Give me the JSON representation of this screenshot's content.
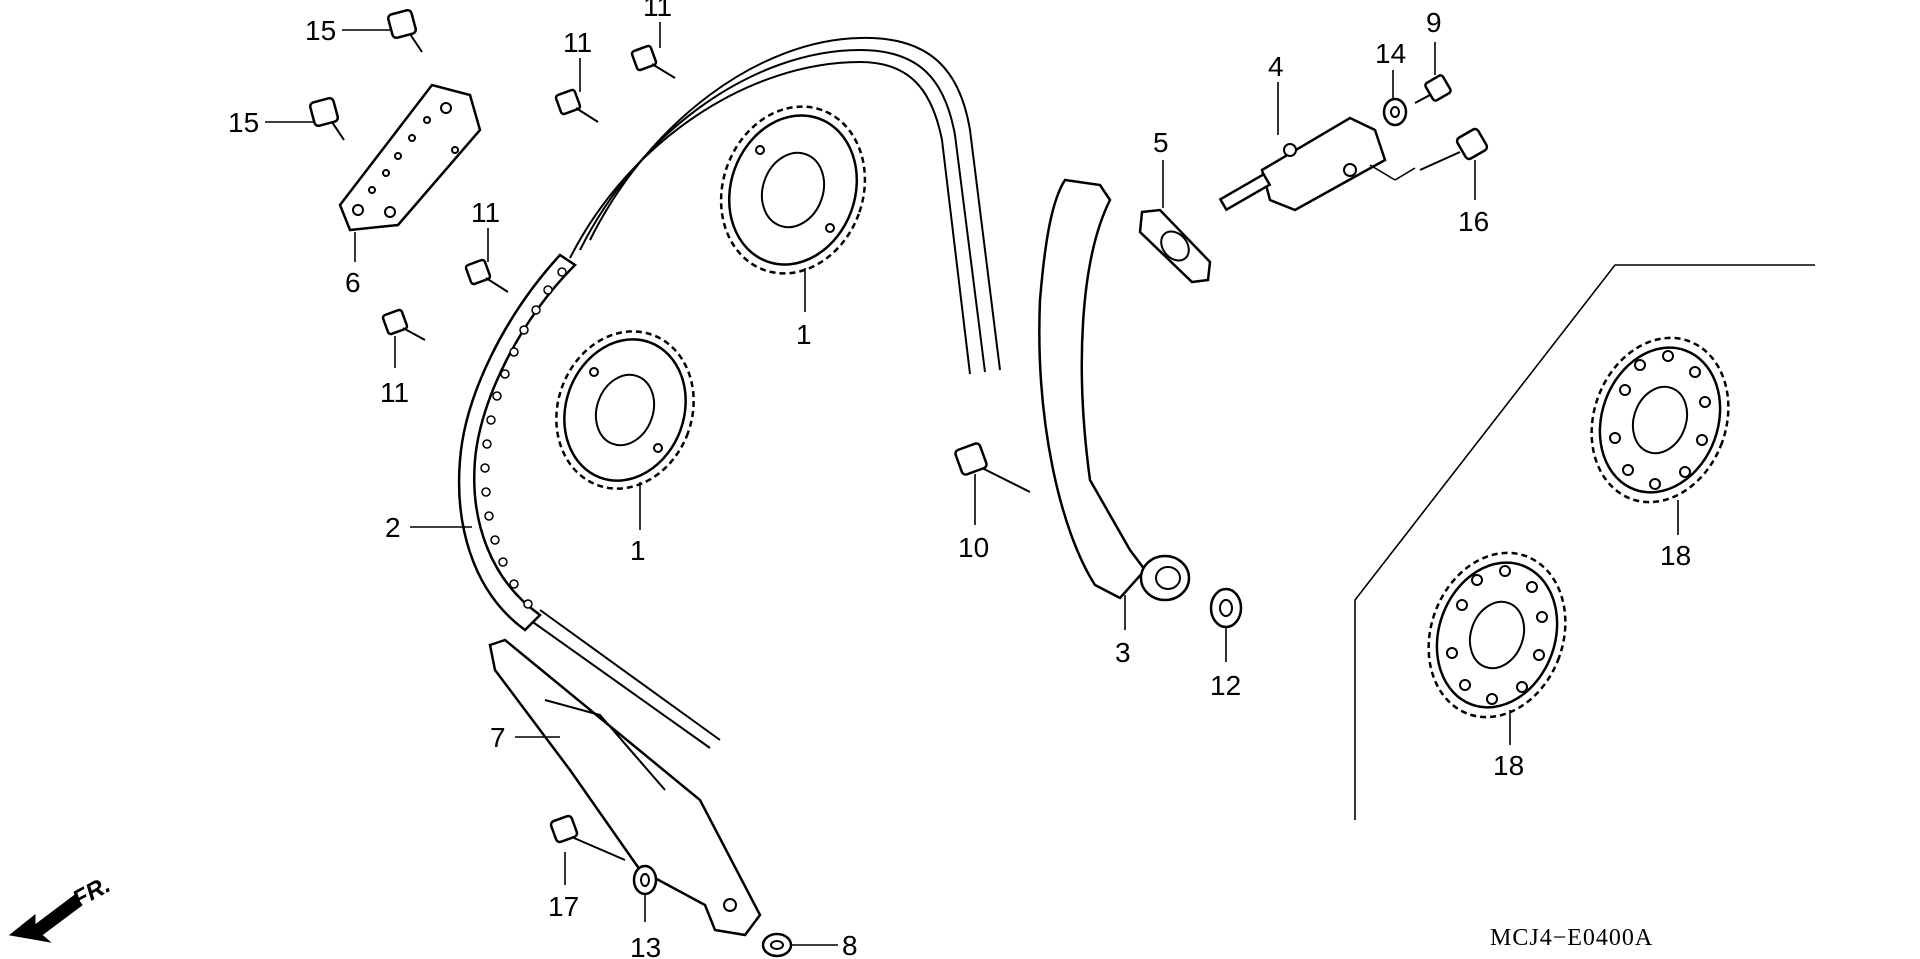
{
  "diagram": {
    "code": "MCJ4−E0400A",
    "direction_label": "FR.",
    "callouts": [
      {
        "id": "c15a",
        "text": "15"
      },
      {
        "id": "c15b",
        "text": "15"
      },
      {
        "id": "c6",
        "text": "6"
      },
      {
        "id": "c11a",
        "text": "11"
      },
      {
        "id": "c11b",
        "text": "11"
      },
      {
        "id": "c11c",
        "text": "11"
      },
      {
        "id": "c11d",
        "text": "11"
      },
      {
        "id": "c1a",
        "text": "1"
      },
      {
        "id": "c1b",
        "text": "1"
      },
      {
        "id": "c2",
        "text": "2"
      },
      {
        "id": "c7",
        "text": "7"
      },
      {
        "id": "c17",
        "text": "17"
      },
      {
        "id": "c13",
        "text": "13"
      },
      {
        "id": "c8",
        "text": "8"
      },
      {
        "id": "c10",
        "text": "10"
      },
      {
        "id": "c3",
        "text": "3"
      },
      {
        "id": "c12",
        "text": "12"
      },
      {
        "id": "c5",
        "text": "5"
      },
      {
        "id": "c4",
        "text": "4"
      },
      {
        "id": "c14",
        "text": "14"
      },
      {
        "id": "c9",
        "text": "9"
      },
      {
        "id": "c16",
        "text": "16"
      },
      {
        "id": "c18a",
        "text": "18"
      },
      {
        "id": "c18b",
        "text": "18"
      }
    ]
  }
}
